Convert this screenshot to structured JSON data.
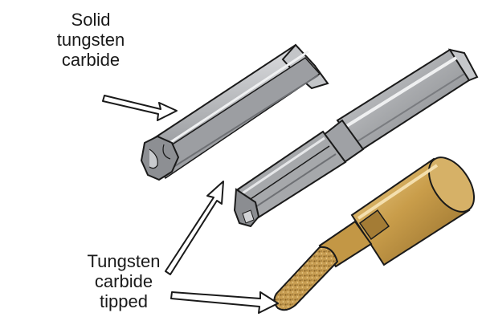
{
  "labels": {
    "solid": [
      "Solid",
      "tungsten",
      "carbide"
    ],
    "tipped": [
      "Tungsten",
      "carbide",
      "tipped"
    ]
  },
  "colors": {
    "steel_light": "#d5d6d8",
    "steel_mid": "#a9abae",
    "steel_dark": "#6e7074",
    "outline": "#1a1a1a",
    "gold_light": "#e3c178",
    "gold_mid": "#c79a45",
    "gold_dark": "#8f6a2a",
    "grit": "#b8924a"
  },
  "icons": {
    "arrow": "outline-arrow-icon",
    "solid_bit": "solid-carbide-bit-icon",
    "tipped_bit": "carbide-tipped-router-bit-icon",
    "burr": "carbide-burr-icon"
  }
}
